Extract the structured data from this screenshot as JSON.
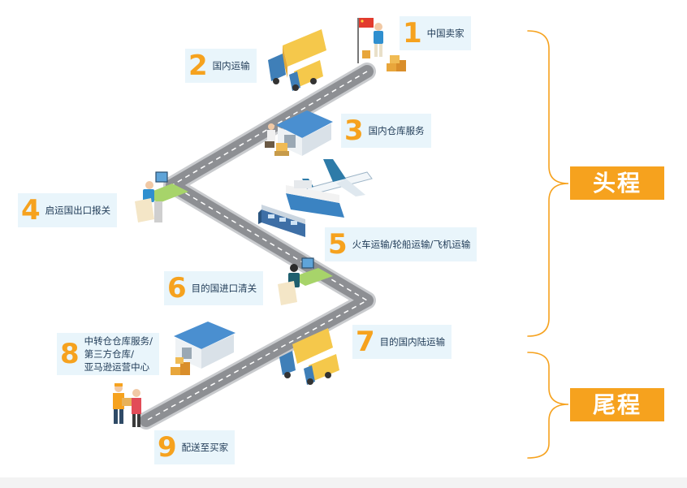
{
  "steps": [
    {
      "num": "1",
      "label": "中国卖家"
    },
    {
      "num": "2",
      "label": "国内运输"
    },
    {
      "num": "3",
      "label": "国内仓库服务"
    },
    {
      "num": "4",
      "label": "启运国出口报关"
    },
    {
      "num": "5",
      "label": "火车运输/轮船运输/飞机运输"
    },
    {
      "num": "6",
      "label": "目的国进口清关"
    },
    {
      "num": "7",
      "label": "目的国内陆运输"
    },
    {
      "num": "8",
      "label": "中转仓仓库服务/\n第三方仓库/\n亚马逊运营中心"
    },
    {
      "num": "9",
      "label": "配送至买家"
    }
  ],
  "segments": {
    "first_leg": "头程",
    "last_leg": "尾程"
  },
  "colors": {
    "accent": "#f6a21e",
    "label_bg": "#e9f5fb",
    "road": "#8d8f93",
    "road_edge": "#c9cbce",
    "building_roof": "#4a8fd0",
    "truck_cab": "#3f7fb8",
    "container": "#f5c84b"
  },
  "icons": [
    "flag-icon",
    "person-icon",
    "truck-icon",
    "warehouse-icon",
    "worker-icon",
    "desk-officer-icon",
    "airplane-icon",
    "ship-icon",
    "train-icon",
    "delivery-people-icon",
    "boxes-icon"
  ]
}
